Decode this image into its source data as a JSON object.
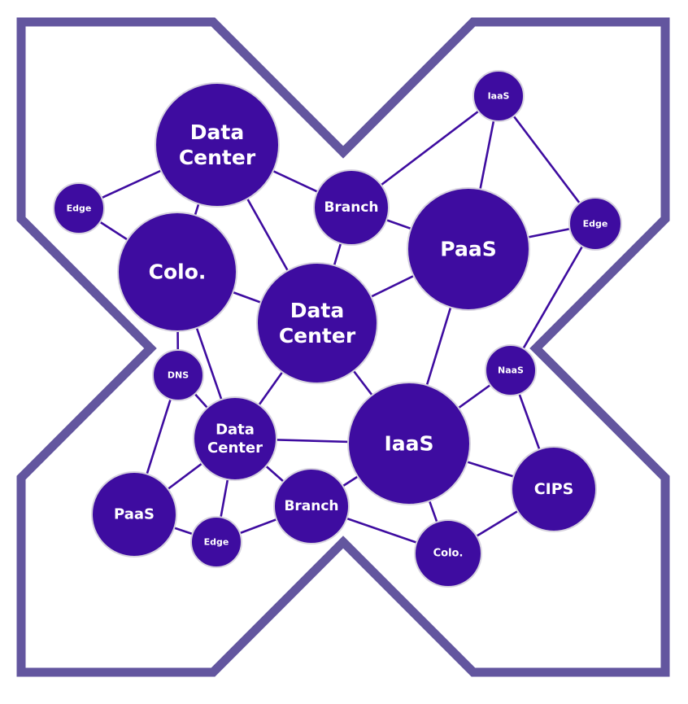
{
  "diagram": {
    "title": "",
    "colors": {
      "node_fill": "#3e0ca0",
      "edge": "#3e0ca0",
      "outline": "#63569f",
      "node_text": "#ffffff",
      "background": "#ffffff"
    },
    "outline_shape": "X",
    "nodes": [
      {
        "id": "dc1",
        "lines": [
          "Data",
          "Center"
        ],
        "size": "large"
      },
      {
        "id": "edge1",
        "lines": [
          "Edge"
        ],
        "size": "small"
      },
      {
        "id": "colo1",
        "lines": [
          "Colo."
        ],
        "size": "large"
      },
      {
        "id": "branch1",
        "lines": [
          "Branch"
        ],
        "size": "medium"
      },
      {
        "id": "dc2",
        "lines": [
          "Data",
          "Center"
        ],
        "size": "large"
      },
      {
        "id": "paas1",
        "lines": [
          "PaaS"
        ],
        "size": "large"
      },
      {
        "id": "iaas1",
        "lines": [
          "IaaS"
        ],
        "size": "small"
      },
      {
        "id": "edge2",
        "lines": [
          "Edge"
        ],
        "size": "small"
      },
      {
        "id": "dns",
        "lines": [
          "DNS"
        ],
        "size": "small"
      },
      {
        "id": "dc3",
        "lines": [
          "Data",
          "Center"
        ],
        "size": "medium"
      },
      {
        "id": "iaas2",
        "lines": [
          "IaaS"
        ],
        "size": "large"
      },
      {
        "id": "naas",
        "lines": [
          "NaaS"
        ],
        "size": "small"
      },
      {
        "id": "paas2",
        "lines": [
          "PaaS"
        ],
        "size": "medium"
      },
      {
        "id": "edge3",
        "lines": [
          "Edge"
        ],
        "size": "small"
      },
      {
        "id": "branch2",
        "lines": [
          "Branch"
        ],
        "size": "medium"
      },
      {
        "id": "cips",
        "lines": [
          "CIPS"
        ],
        "size": "medium"
      },
      {
        "id": "colo2",
        "lines": [
          "Colo."
        ],
        "size": "small-medium"
      }
    ],
    "edges": [
      [
        "dc1",
        "edge1"
      ],
      [
        "dc1",
        "colo1"
      ],
      [
        "dc1",
        "branch1"
      ],
      [
        "dc1",
        "dc2"
      ],
      [
        "edge1",
        "colo1"
      ],
      [
        "colo1",
        "dc2"
      ],
      [
        "colo1",
        "dns"
      ],
      [
        "colo1",
        "dc3"
      ],
      [
        "branch1",
        "iaas1"
      ],
      [
        "branch1",
        "paas1"
      ],
      [
        "branch1",
        "dc2"
      ],
      [
        "iaas1",
        "paas1"
      ],
      [
        "iaas1",
        "edge2"
      ],
      [
        "paas1",
        "edge2"
      ],
      [
        "paas1",
        "dc2"
      ],
      [
        "paas1",
        "iaas2"
      ],
      [
        "edge2",
        "naas"
      ],
      [
        "dc2",
        "dc3"
      ],
      [
        "dc2",
        "iaas2"
      ],
      [
        "dns",
        "dc3"
      ],
      [
        "dns",
        "paas2"
      ],
      [
        "dc3",
        "iaas2"
      ],
      [
        "dc3",
        "paas2"
      ],
      [
        "dc3",
        "edge3"
      ],
      [
        "dc3",
        "branch2"
      ],
      [
        "paas2",
        "edge3"
      ],
      [
        "edge3",
        "branch2"
      ],
      [
        "branch2",
        "iaas2"
      ],
      [
        "branch2",
        "colo2"
      ],
      [
        "iaas2",
        "naas"
      ],
      [
        "iaas2",
        "cips"
      ],
      [
        "iaas2",
        "colo2"
      ],
      [
        "naas",
        "cips"
      ],
      [
        "cips",
        "colo2"
      ]
    ]
  }
}
